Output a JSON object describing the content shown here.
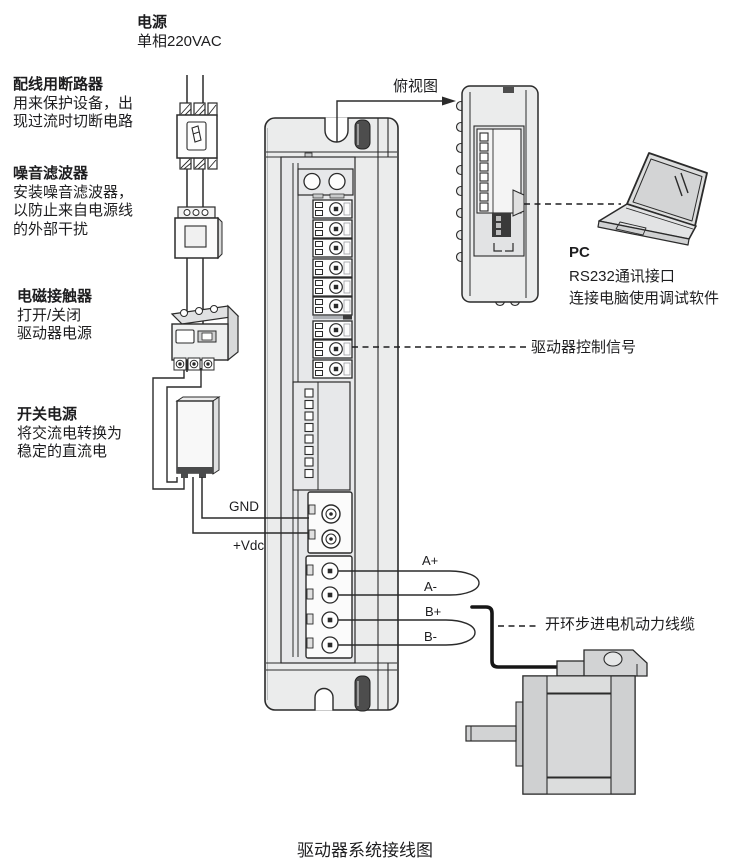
{
  "power": {
    "title": "电源",
    "subtitle": "单相220VAC"
  },
  "breaker": {
    "title": "配线用断路器",
    "desc": [
      "用来保护设备，出",
      "现过流时切断电路"
    ]
  },
  "filter": {
    "title": "噪音滤波器",
    "desc": [
      "安装噪音滤波器，",
      "以防止来自电源线",
      "的外部干扰"
    ]
  },
  "contactor": {
    "title": "电磁接触器",
    "desc": [
      "打开/关闭",
      "驱动器电源"
    ]
  },
  "psu": {
    "title": "开关电源",
    "desc": [
      "将交流电转换为",
      "稳定的直流电"
    ]
  },
  "driver": {
    "top_view_label": "俯视图",
    "control_signal_label": "驱动器控制信号",
    "gnd_label": "GND",
    "vdc_label": "+Vdc",
    "motor_terminals": [
      "A+",
      "A-",
      "B+",
      "B-"
    ],
    "motor_cable_label": "开环步进电机动力线缆"
  },
  "pc": {
    "title": "PC",
    "desc": [
      "RS232通讯接口",
      "连接电脑使用调试软件"
    ]
  },
  "diagram": {
    "caption": "驱动器系统接线图"
  },
  "colors": {
    "line": "#2b2b2b",
    "body_fill": "#ebecec",
    "panel_fill": "#e7e8ea",
    "metal_fill": "#d2d3d4",
    "dark_fill": "#4d4d4d"
  }
}
